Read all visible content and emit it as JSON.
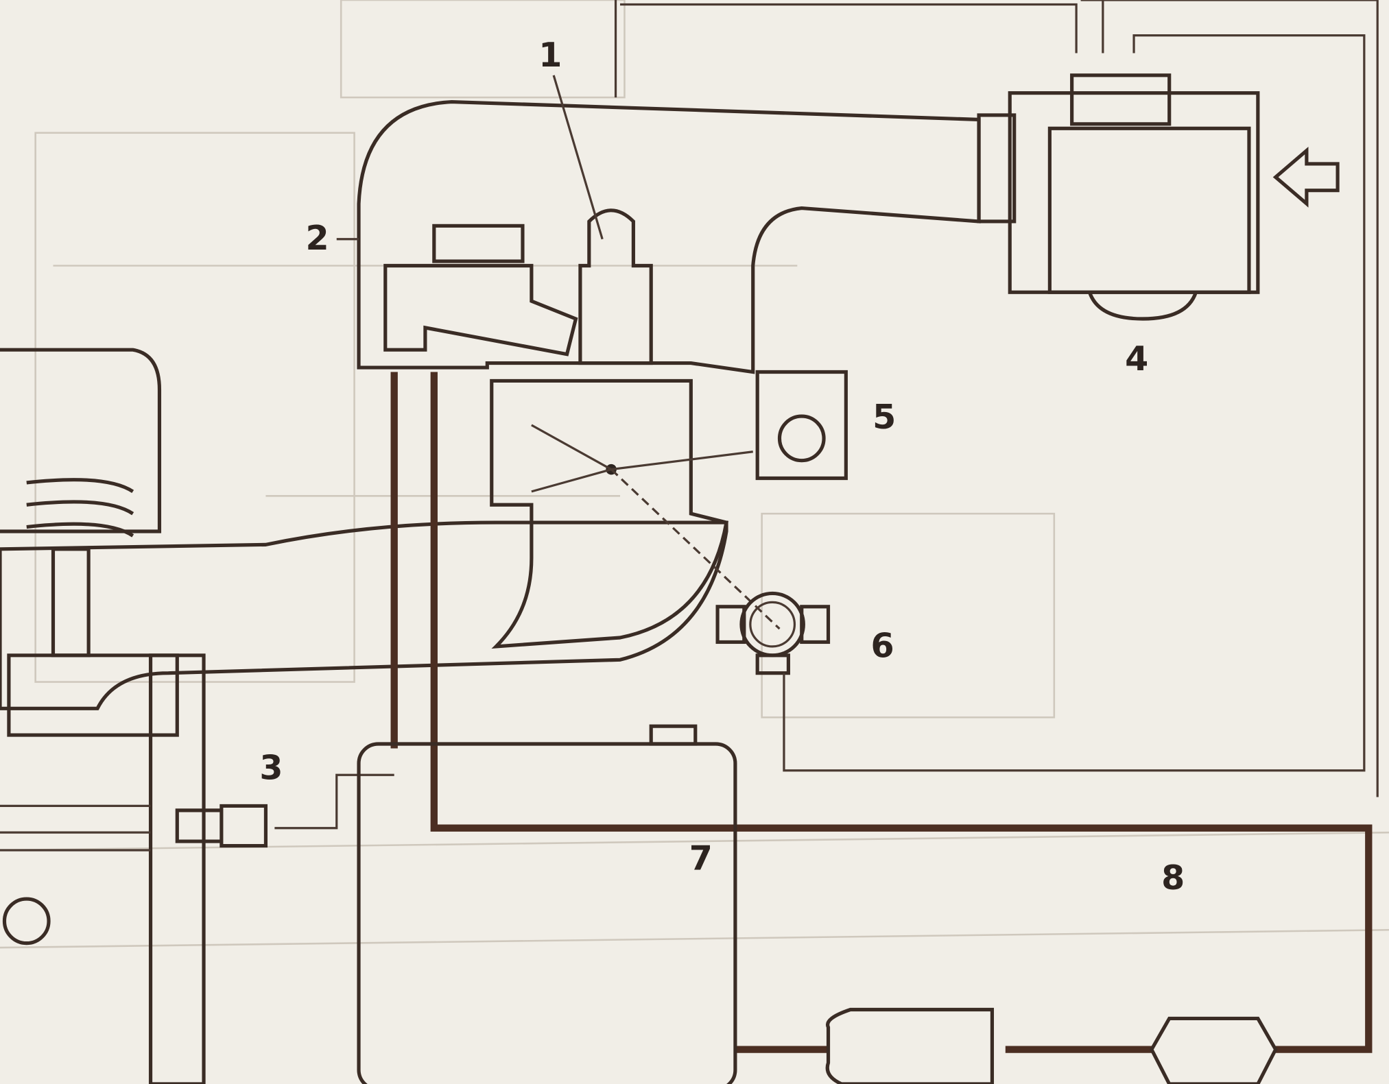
{
  "diagram": {
    "labels": {
      "l1": "1",
      "l2": "2",
      "l3": "3",
      "l4": "4",
      "l5": "5",
      "l6": "6",
      "l7": "7",
      "l8": "8"
    },
    "colors": {
      "paper": "#f1eee7",
      "ink": "#3a2c25",
      "fuel_line": "#4b2e22"
    }
  }
}
